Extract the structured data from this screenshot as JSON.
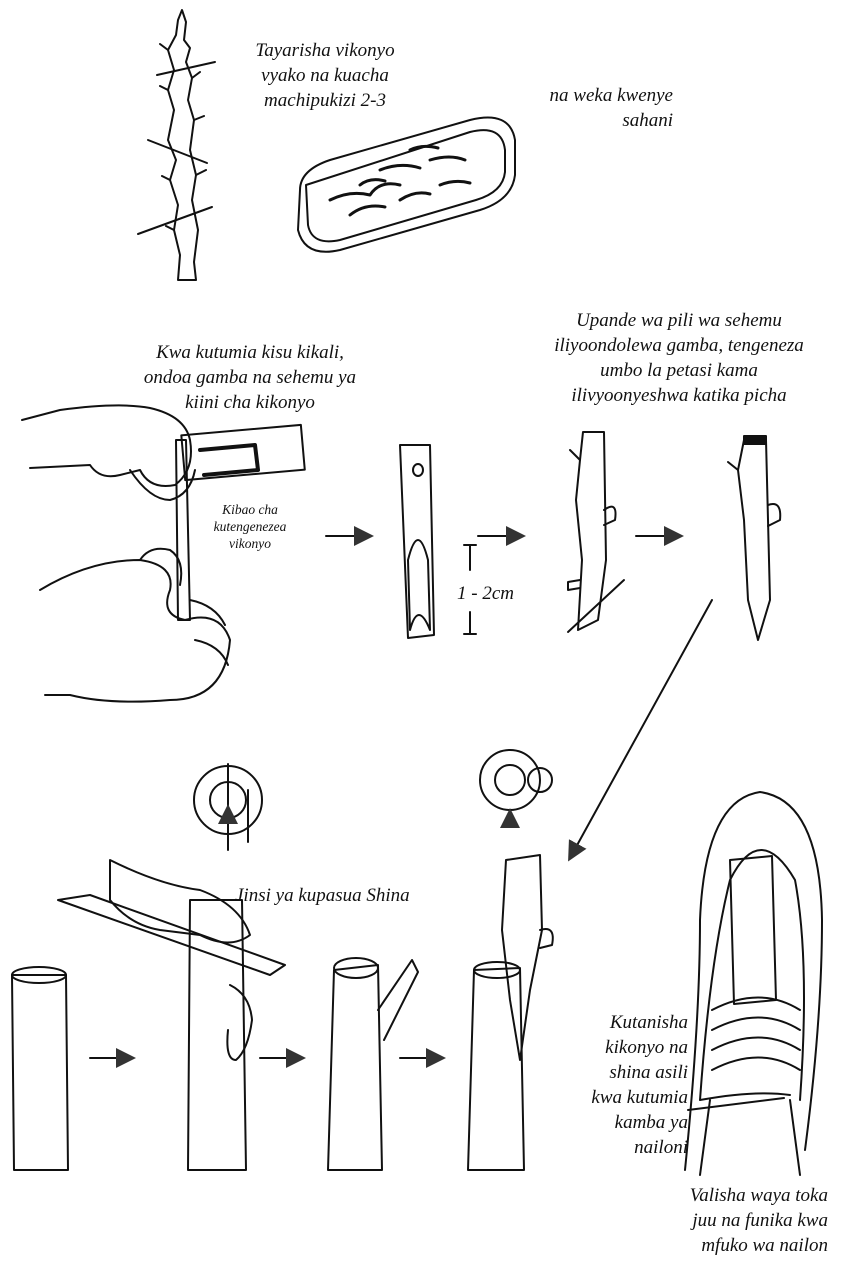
{
  "captions": {
    "prepare_scions": [
      "Tayarisha vikonyo",
      "vyako na kuacha",
      "machipukizi 2-3"
    ],
    "place_in_tray": [
      "na weka kwenye",
      "sahani"
    ],
    "remove_bark": [
      "Kwa kutumia kisu kikali,",
      "ondoa gamba na sehemu ya",
      "kiini cha kikonyo"
    ],
    "board_label": [
      "Kibao cha",
      "kutengenezea",
      "vikonyo"
    ],
    "measurement": "1 - 2cm",
    "wedge_shape": [
      "Upande wa pili wa sehemu",
      "iliyoondolewa gamba, tengeneza",
      "umbo la petasi kama",
      "ilivyoonyeshwa katika picha"
    ],
    "split_stock": "Jinsi ya kupasua Shina",
    "join_scion": [
      "Kutanisha",
      "kikonyo na",
      "shina asili",
      "kwa kutumia",
      "kamba ya",
      "nailoni"
    ],
    "cover_bag": [
      "Valisha waya toka",
      "juu na funika kwa",
      "mfuko wa nailon"
    ]
  }
}
